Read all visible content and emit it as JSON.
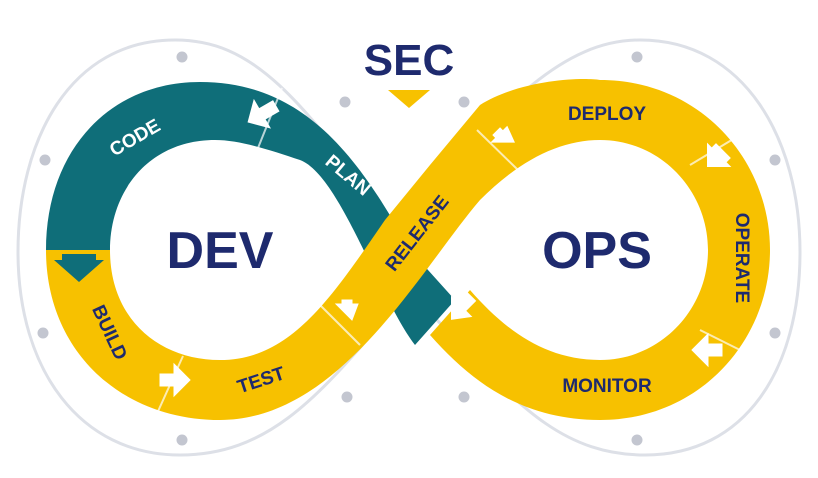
{
  "title": "SEC",
  "loops": {
    "left": "DEV",
    "right": "OPS"
  },
  "stages": {
    "code": "CODE",
    "plan": "PLAN",
    "build": "BUILD",
    "test": "TEST",
    "release": "RELEASE",
    "deploy": "DEPLOY",
    "operate": "OPERATE",
    "monitor": "MONITOR"
  },
  "colors": {
    "navy": "#1e2a6e",
    "teal": "#0f6e79",
    "yellow": "#f7c100",
    "arrow_teal": "#0f6e79",
    "ring": "#dde0e7",
    "dot": "#b9bcc8"
  }
}
